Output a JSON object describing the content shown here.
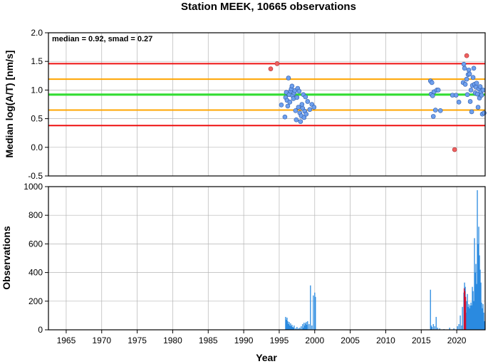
{
  "title": "Station MEEK, 10665 observations",
  "annotation": "median = 0.92, smad = 0.27",
  "colors": {
    "median_line": "#33dd33",
    "inner_band": "#ffa500",
    "outer_band": "#ee1111",
    "point_fill": "#6fa0ee",
    "outlier_fill": "#f06060",
    "bar_fill": "#2a8ae0",
    "bar_highlight": "#cc1133"
  },
  "chart_data": [
    {
      "type": "scatter",
      "ylabel": "Median log(A/T) [nm/s]",
      "xlim": [
        1962.5,
        2024.0
      ],
      "ylim": [
        -0.5,
        2.0
      ],
      "yticks": [
        "2.0",
        "1.5",
        "1.0",
        "0.5",
        "0.0",
        "-0.5"
      ],
      "grid": true,
      "reference_lines": [
        {
          "name": "median",
          "value": 0.92
        },
        {
          "name": "+1 smad",
          "value": 1.19
        },
        {
          "name": "-1 smad",
          "value": 0.65
        },
        {
          "name": "+2 smad",
          "value": 1.46
        },
        {
          "name": "-2 smad",
          "value": 0.38
        }
      ],
      "outliers": [
        {
          "x": 1993.8,
          "y": 1.37
        },
        {
          "x": 1994.7,
          "y": 1.46
        },
        {
          "x": 2019.7,
          "y": -0.04
        },
        {
          "x": 2021.4,
          "y": 1.6
        }
      ],
      "points": [
        {
          "x": 1995.3,
          "y": 0.74
        },
        {
          "x": 1995.8,
          "y": 0.53
        },
        {
          "x": 1995.9,
          "y": 0.87
        },
        {
          "x": 1996.0,
          "y": 0.96
        },
        {
          "x": 1996.1,
          "y": 0.82
        },
        {
          "x": 1996.2,
          "y": 0.72
        },
        {
          "x": 1996.3,
          "y": 1.21
        },
        {
          "x": 1996.4,
          "y": 0.92
        },
        {
          "x": 1996.5,
          "y": 0.79
        },
        {
          "x": 1996.6,
          "y": 0.98
        },
        {
          "x": 1996.7,
          "y": 1.02
        },
        {
          "x": 1996.8,
          "y": 1.07
        },
        {
          "x": 1996.9,
          "y": 0.9
        },
        {
          "x": 1997.0,
          "y": 0.85
        },
        {
          "x": 1997.1,
          "y": 0.95
        },
        {
          "x": 1997.2,
          "y": 0.99
        },
        {
          "x": 1997.3,
          "y": 0.64
        },
        {
          "x": 1997.4,
          "y": 0.48
        },
        {
          "x": 1997.5,
          "y": 0.87
        },
        {
          "x": 1997.6,
          "y": 1.03
        },
        {
          "x": 1997.7,
          "y": 0.7
        },
        {
          "x": 1997.8,
          "y": 0.98
        },
        {
          "x": 1997.9,
          "y": 0.6
        },
        {
          "x": 1998.0,
          "y": 0.45
        },
        {
          "x": 1998.1,
          "y": 0.55
        },
        {
          "x": 1998.2,
          "y": 0.75
        },
        {
          "x": 1998.3,
          "y": 0.68
        },
        {
          "x": 1998.4,
          "y": 0.92
        },
        {
          "x": 1998.5,
          "y": 0.52
        },
        {
          "x": 1998.6,
          "y": 0.63
        },
        {
          "x": 1998.7,
          "y": 0.88
        },
        {
          "x": 1998.8,
          "y": 0.58
        },
        {
          "x": 1999.0,
          "y": 0.8
        },
        {
          "x": 1999.3,
          "y": 0.66
        },
        {
          "x": 1999.6,
          "y": 0.75
        },
        {
          "x": 1999.9,
          "y": 0.7
        },
        {
          "x": 2016.3,
          "y": 1.16
        },
        {
          "x": 2016.4,
          "y": 0.93
        },
        {
          "x": 2016.5,
          "y": 1.13
        },
        {
          "x": 2016.6,
          "y": 0.9
        },
        {
          "x": 2016.7,
          "y": 0.54
        },
        {
          "x": 2016.8,
          "y": 0.97
        },
        {
          "x": 2017.0,
          "y": 0.65
        },
        {
          "x": 2017.2,
          "y": 1.0
        },
        {
          "x": 2017.4,
          "y": 1.0
        },
        {
          "x": 2017.7,
          "y": 0.64
        },
        {
          "x": 2019.4,
          "y": 0.91
        },
        {
          "x": 2019.9,
          "y": 0.91
        },
        {
          "x": 2020.3,
          "y": 0.79
        },
        {
          "x": 2020.9,
          "y": 1.13
        },
        {
          "x": 2021.0,
          "y": 1.45
        },
        {
          "x": 2021.1,
          "y": 1.38
        },
        {
          "x": 2021.2,
          "y": 1.1
        },
        {
          "x": 2021.4,
          "y": 1.19
        },
        {
          "x": 2021.5,
          "y": 0.92
        },
        {
          "x": 2021.6,
          "y": 1.27
        },
        {
          "x": 2021.7,
          "y": 1.35
        },
        {
          "x": 2021.8,
          "y": 1.28
        },
        {
          "x": 2021.9,
          "y": 0.8
        },
        {
          "x": 2022.0,
          "y": 1.0
        },
        {
          "x": 2022.1,
          "y": 0.62
        },
        {
          "x": 2022.2,
          "y": 1.08
        },
        {
          "x": 2022.3,
          "y": 1.22
        },
        {
          "x": 2022.4,
          "y": 1.38
        },
        {
          "x": 2022.5,
          "y": 1.1
        },
        {
          "x": 2022.6,
          "y": 0.95
        },
        {
          "x": 2022.7,
          "y": 1.05
        },
        {
          "x": 2022.8,
          "y": 1.12
        },
        {
          "x": 2022.9,
          "y": 0.93
        },
        {
          "x": 2023.0,
          "y": 0.7
        },
        {
          "x": 2023.1,
          "y": 1.02
        },
        {
          "x": 2023.2,
          "y": 0.86
        },
        {
          "x": 2023.3,
          "y": 1.06
        },
        {
          "x": 2023.4,
          "y": 0.97
        },
        {
          "x": 2023.5,
          "y": 0.91
        },
        {
          "x": 2023.6,
          "y": 0.58
        },
        {
          "x": 2023.7,
          "y": 1.0
        },
        {
          "x": 2023.85,
          "y": 0.6
        }
      ]
    },
    {
      "type": "bar",
      "xlabel": "Year",
      "ylabel": "Observations",
      "xlim": [
        1962.5,
        2024.0
      ],
      "ylim": [
        0,
        1000
      ],
      "xticks": [
        1965,
        1970,
        1975,
        1980,
        1985,
        1990,
        1995,
        2000,
        2005,
        2010,
        2015,
        2020
      ],
      "yticks": [
        "0",
        "200",
        "400",
        "600",
        "800",
        "1000"
      ],
      "grid": true,
      "bars": [
        {
          "x": 1995.9,
          "y": 90
        },
        {
          "x": 1996.0,
          "y": 70
        },
        {
          "x": 1996.1,
          "y": 85
        },
        {
          "x": 1996.2,
          "y": 60
        },
        {
          "x": 1996.3,
          "y": 40
        },
        {
          "x": 1996.4,
          "y": 55
        },
        {
          "x": 1996.5,
          "y": 30
        },
        {
          "x": 1996.6,
          "y": 45
        },
        {
          "x": 1996.7,
          "y": 25
        },
        {
          "x": 1996.8,
          "y": 35
        },
        {
          "x": 1996.9,
          "y": 20
        },
        {
          "x": 1997.0,
          "y": 15
        },
        {
          "x": 1997.1,
          "y": 30
        },
        {
          "x": 1997.3,
          "y": 10
        },
        {
          "x": 1997.5,
          "y": 20
        },
        {
          "x": 1997.7,
          "y": 10
        },
        {
          "x": 1997.9,
          "y": 15
        },
        {
          "x": 1998.1,
          "y": 25
        },
        {
          "x": 1998.3,
          "y": 40
        },
        {
          "x": 1998.4,
          "y": 15
        },
        {
          "x": 1998.5,
          "y": 50
        },
        {
          "x": 1998.6,
          "y": 30
        },
        {
          "x": 1998.7,
          "y": 45
        },
        {
          "x": 1998.8,
          "y": 55
        },
        {
          "x": 1998.9,
          "y": 35
        },
        {
          "x": 1999.0,
          "y": 60
        },
        {
          "x": 1999.2,
          "y": 40
        },
        {
          "x": 1999.4,
          "y": 310
        },
        {
          "x": 1999.6,
          "y": 30
        },
        {
          "x": 1999.8,
          "y": 240
        },
        {
          "x": 2000.0,
          "y": 260
        },
        {
          "x": 2000.1,
          "y": 230
        },
        {
          "x": 2016.3,
          "y": 280
        },
        {
          "x": 2016.4,
          "y": 30
        },
        {
          "x": 2016.5,
          "y": 20
        },
        {
          "x": 2016.7,
          "y": 40
        },
        {
          "x": 2016.9,
          "y": 25
        },
        {
          "x": 2017.1,
          "y": 90
        },
        {
          "x": 2017.3,
          "y": 15
        },
        {
          "x": 2017.6,
          "y": 10
        },
        {
          "x": 2018.2,
          "y": 5
        },
        {
          "x": 2019.0,
          "y": 15
        },
        {
          "x": 2019.6,
          "y": 10
        },
        {
          "x": 2020.1,
          "y": 25
        },
        {
          "x": 2020.3,
          "y": 40
        },
        {
          "x": 2020.5,
          "y": 100
        },
        {
          "x": 2020.7,
          "y": 30
        },
        {
          "x": 2020.8,
          "y": 160
        },
        {
          "x": 2021.0,
          "y": 260
        },
        {
          "x": 2021.1,
          "y": 330
        },
        {
          "x": 2021.2,
          "y": 300
        },
        {
          "x": 2021.3,
          "y": 120
        },
        {
          "x": 2021.4,
          "y": 200
        },
        {
          "x": 2021.5,
          "y": 250
        },
        {
          "x": 2021.6,
          "y": 160
        },
        {
          "x": 2021.7,
          "y": 180
        },
        {
          "x": 2021.8,
          "y": 150
        },
        {
          "x": 2021.9,
          "y": 170
        },
        {
          "x": 2022.0,
          "y": 190
        },
        {
          "x": 2022.1,
          "y": 170
        },
        {
          "x": 2022.2,
          "y": 300
        },
        {
          "x": 2022.3,
          "y": 270
        },
        {
          "x": 2022.4,
          "y": 200
        },
        {
          "x": 2022.5,
          "y": 640
        },
        {
          "x": 2022.6,
          "y": 400
        },
        {
          "x": 2022.7,
          "y": 460
        },
        {
          "x": 2022.8,
          "y": 320
        },
        {
          "x": 2022.9,
          "y": 975
        },
        {
          "x": 2023.0,
          "y": 600
        },
        {
          "x": 2023.1,
          "y": 720
        },
        {
          "x": 2023.2,
          "y": 520
        },
        {
          "x": 2023.3,
          "y": 420
        },
        {
          "x": 2023.4,
          "y": 330
        },
        {
          "x": 2023.5,
          "y": 190
        },
        {
          "x": 2023.6,
          "y": 150
        },
        {
          "x": 2023.7,
          "y": 180
        },
        {
          "x": 2023.8,
          "y": 120
        },
        {
          "x": 2023.9,
          "y": 60
        }
      ],
      "highlight_bars": [
        {
          "x": 2021.05,
          "y": 290
        },
        {
          "x": 2021.15,
          "y": 270
        },
        {
          "x": 2021.25,
          "y": 230
        }
      ]
    }
  ]
}
